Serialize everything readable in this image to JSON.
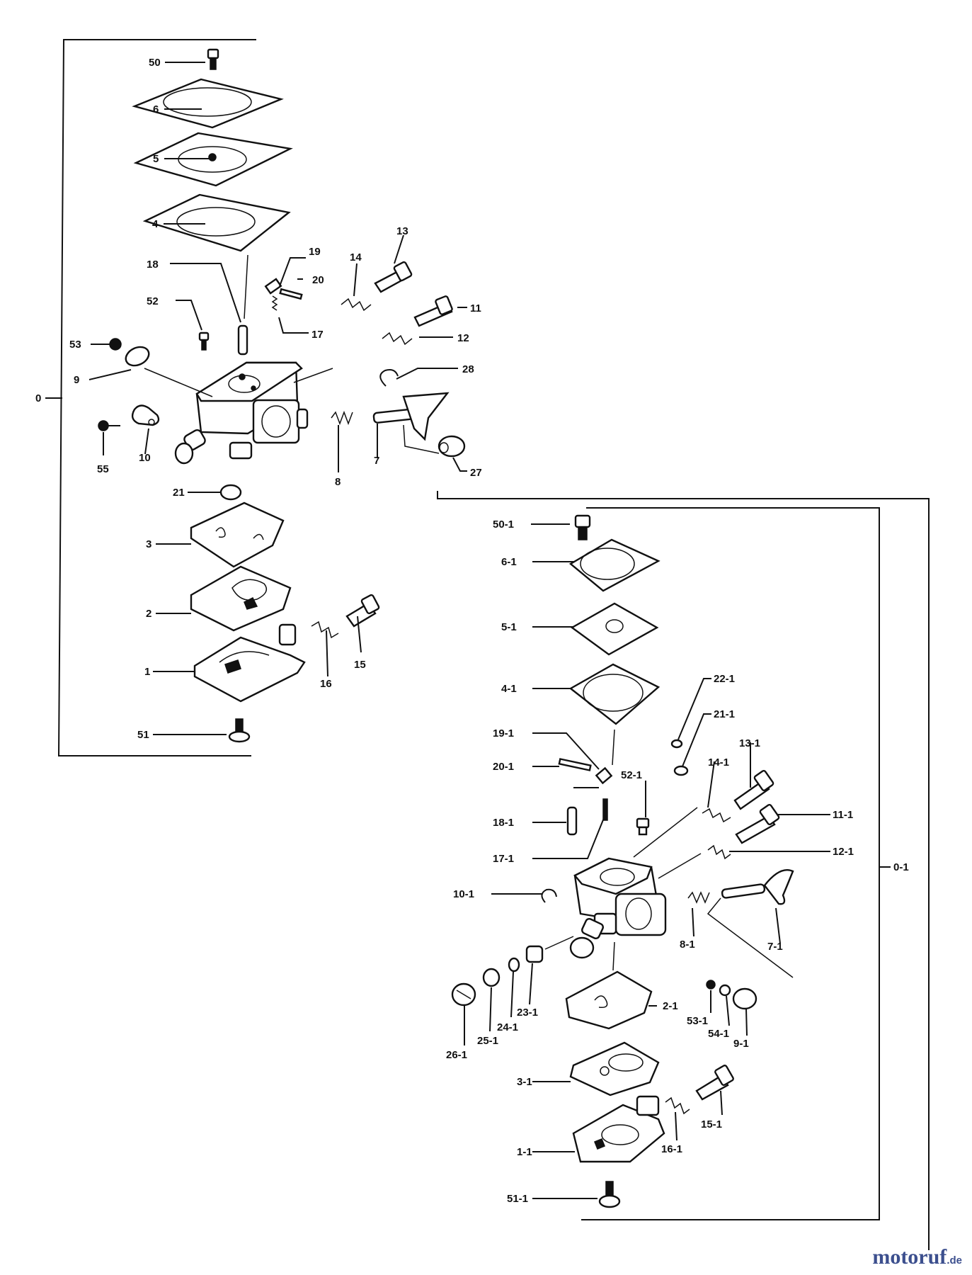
{
  "assembly_left": {
    "label": "0",
    "parts": [
      "50",
      "6",
      "5",
      "4",
      "13",
      "14",
      "18",
      "19",
      "20",
      "52",
      "17",
      "11",
      "53",
      "12",
      "9",
      "28",
      "0",
      "10",
      "55",
      "8",
      "7",
      "27",
      "21",
      "3",
      "2",
      "15",
      "1",
      "16",
      "51"
    ]
  },
  "assembly_right": {
    "label": "0-1",
    "parts": [
      "50-1",
      "6-1",
      "5-1",
      "4-1",
      "22-1",
      "21-1",
      "19-1",
      "13-1",
      "20-1",
      "14-1",
      "52-1",
      "18-1",
      "11-1",
      "17-1",
      "12-1",
      "0-1",
      "10-1",
      "8-1",
      "7-1",
      "23-1",
      "2-1",
      "24-1",
      "53-1",
      "54-1",
      "9-1",
      "25-1",
      "26-1",
      "3-1",
      "15-1",
      "16-1",
      "1-1",
      "51-1"
    ]
  },
  "watermark": {
    "main": "motoruf",
    "tld": ".de"
  },
  "colors": {
    "ink": "#111111",
    "background": "#ffffff",
    "watermark": "#3c4f8e"
  }
}
